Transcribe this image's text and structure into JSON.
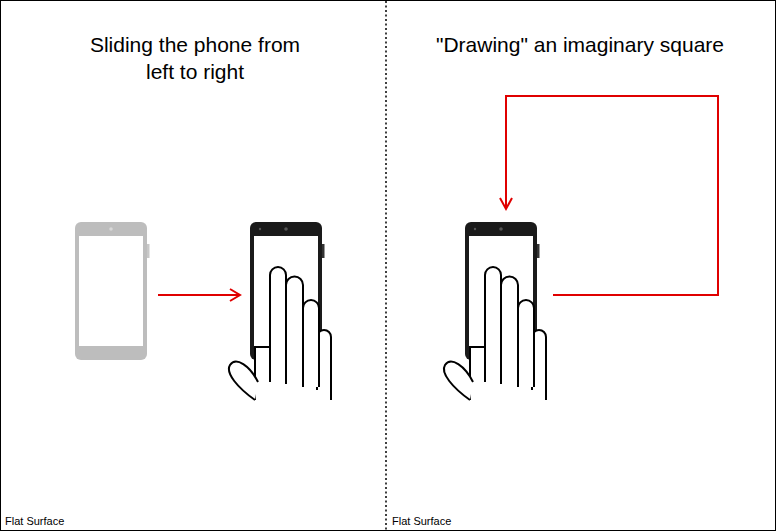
{
  "diagram": {
    "labels": [
      "Sliding the phone from left to right",
      "\"Drawing\" an imaginary square",
      "Flat Surface",
      "Flat Surface"
    ]
  }
}
